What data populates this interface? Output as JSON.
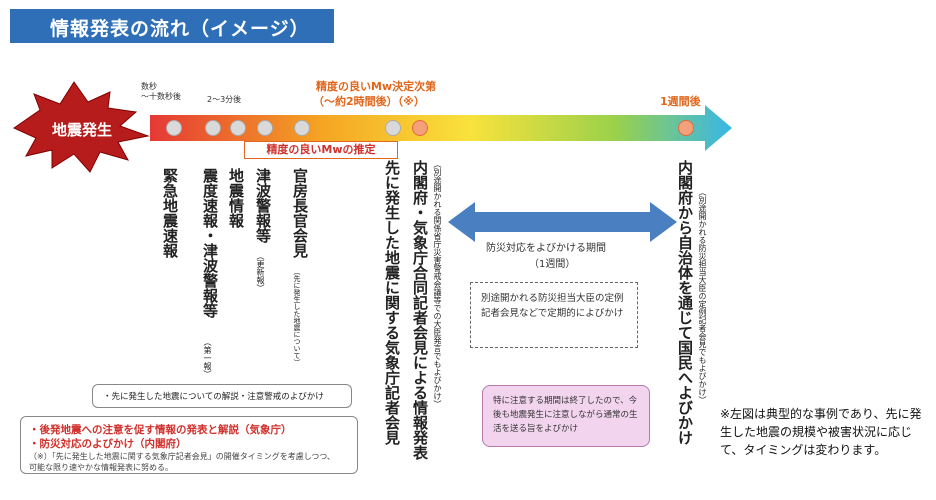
{
  "title": "情報発表の流れ（イメージ）",
  "quake_label": "地震発生",
  "timeline": {
    "tick_1": "数秒\n～十数秒後",
    "tick_2": "2～3分後",
    "precise_head_1": "精度の良いMw決定次第",
    "precise_head_2": "（～約2時間後）（※）",
    "one_week": "1週間後",
    "mw_estimate": "精度の良いMwの推定"
  },
  "columns": {
    "c1": "緊急地震速報",
    "c2": "震度速報・津波警報等",
    "c2_note": "（第一報）",
    "c3": "地震情報",
    "c4": "津波警報等",
    "c4_note": "（更新報）",
    "c5": "官房長官会見",
    "c5_note": "（先に発生した地震について）",
    "c6": "先に発生した地震に関する気象庁記者会見",
    "c7": "内閣府・気象庁合同記者会見による情報発表",
    "c7_note": "（別途開かれる関係省庁災害警戒会議等での大臣発言でもよびかけ）",
    "c8": "内閣府から自治体を通じて国民へよびかけ",
    "c8_note": "（別途開かれる防災担当大臣の定例記者会見でもよびかけ）"
  },
  "period": {
    "label_1": "防災対応をよびかける期間",
    "label_2": "（1週間）"
  },
  "dashed_box": "別途開かれる防災担当大臣の定例記者会見などで定期的によびかけ",
  "pink_box": "特に注意する期間は終了したので、今後も地震発生に注意しながら通常の生活を送る旨をよびかけ",
  "info_box": "・先に発生した地震についての解説・注意警戒のよびかけ",
  "main_box": {
    "line_1": "・後発地震への注意を促す情報の発表と解説（気象庁）",
    "line_2": "・防災対応のよびかけ（内閣府）",
    "note_1": "（※）「先に発生した地震に関する気象庁記者会見」の開催タイミングを考慮しつつ、",
    "note_2": "可能な限り速やかな情報発表に努める。"
  },
  "side_note": "※左図は典型的な事例であり、先に発生した地震の規模や被害状況に応じて、タイミングは変わります。",
  "colors": {
    "banner": "#2e6fb7",
    "burst": "#b71c1c",
    "arrow_start": "#e53935",
    "arrow_mid": "#f9e23c",
    "arrow_end": "#38b6e8",
    "period_arrow": "#4a7fc1",
    "accent": "#e2661c"
  }
}
